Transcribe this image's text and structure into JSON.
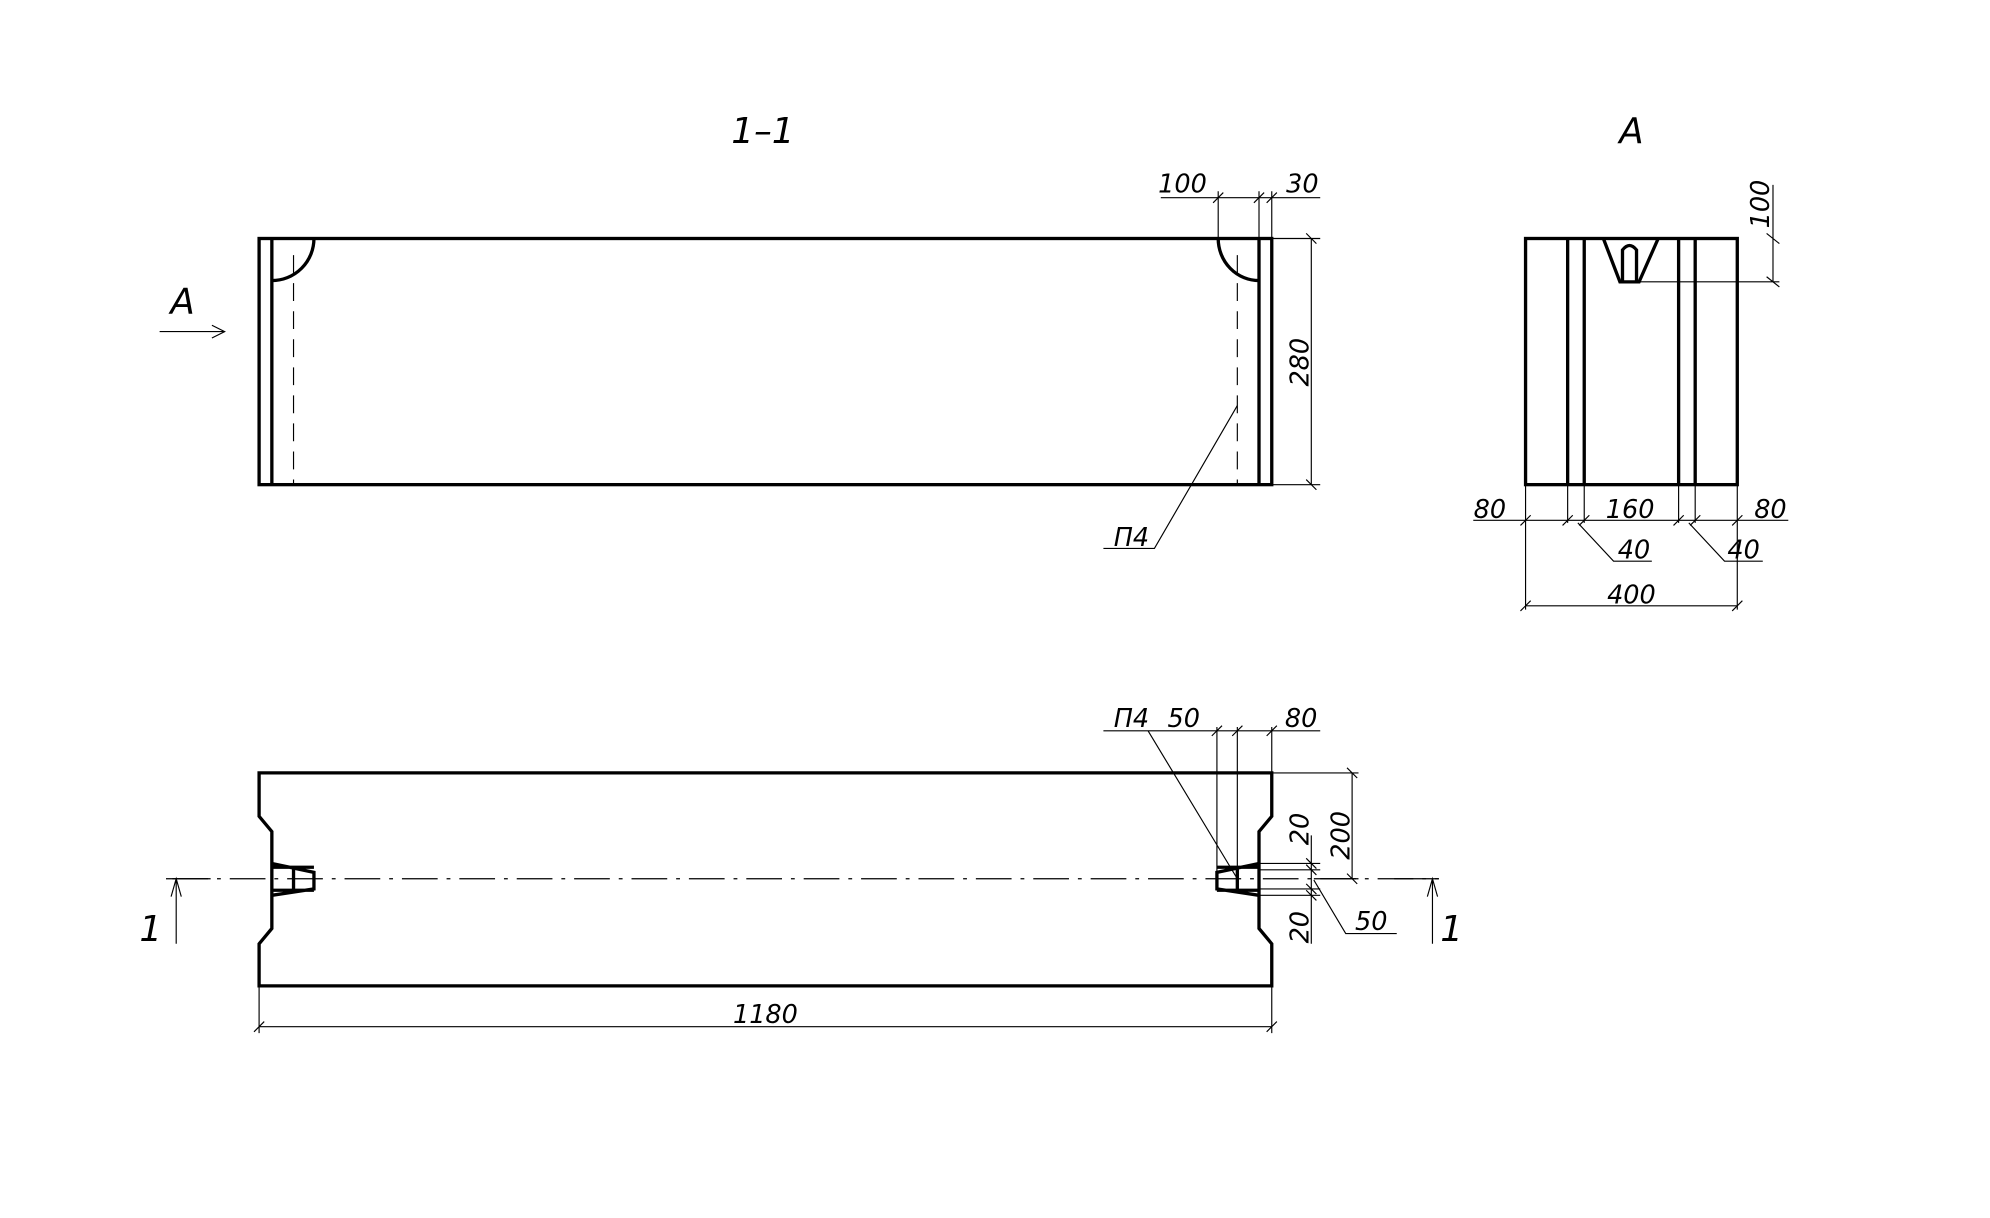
{
  "section_view": {
    "title": "1–1",
    "view_arrow_label": "A",
    "dims": {
      "top_left": "100",
      "top_right": "30",
      "height": "280"
    },
    "leader_label": "П4"
  },
  "view_a": {
    "title": "A",
    "dims": {
      "slot_depth": "100",
      "left": "80",
      "middle": "160",
      "right": "80",
      "groove_left": "40",
      "groove_right": "40",
      "total": "400"
    }
  },
  "plan_view": {
    "section_mark_left": "1",
    "section_mark_right": "1",
    "leader_label": "П4",
    "dims": {
      "top_50": "50",
      "top_80": "80",
      "height_200": "200",
      "upper_20": "20",
      "lower_20": "20",
      "pocket_50": "50",
      "length": "1180"
    }
  }
}
